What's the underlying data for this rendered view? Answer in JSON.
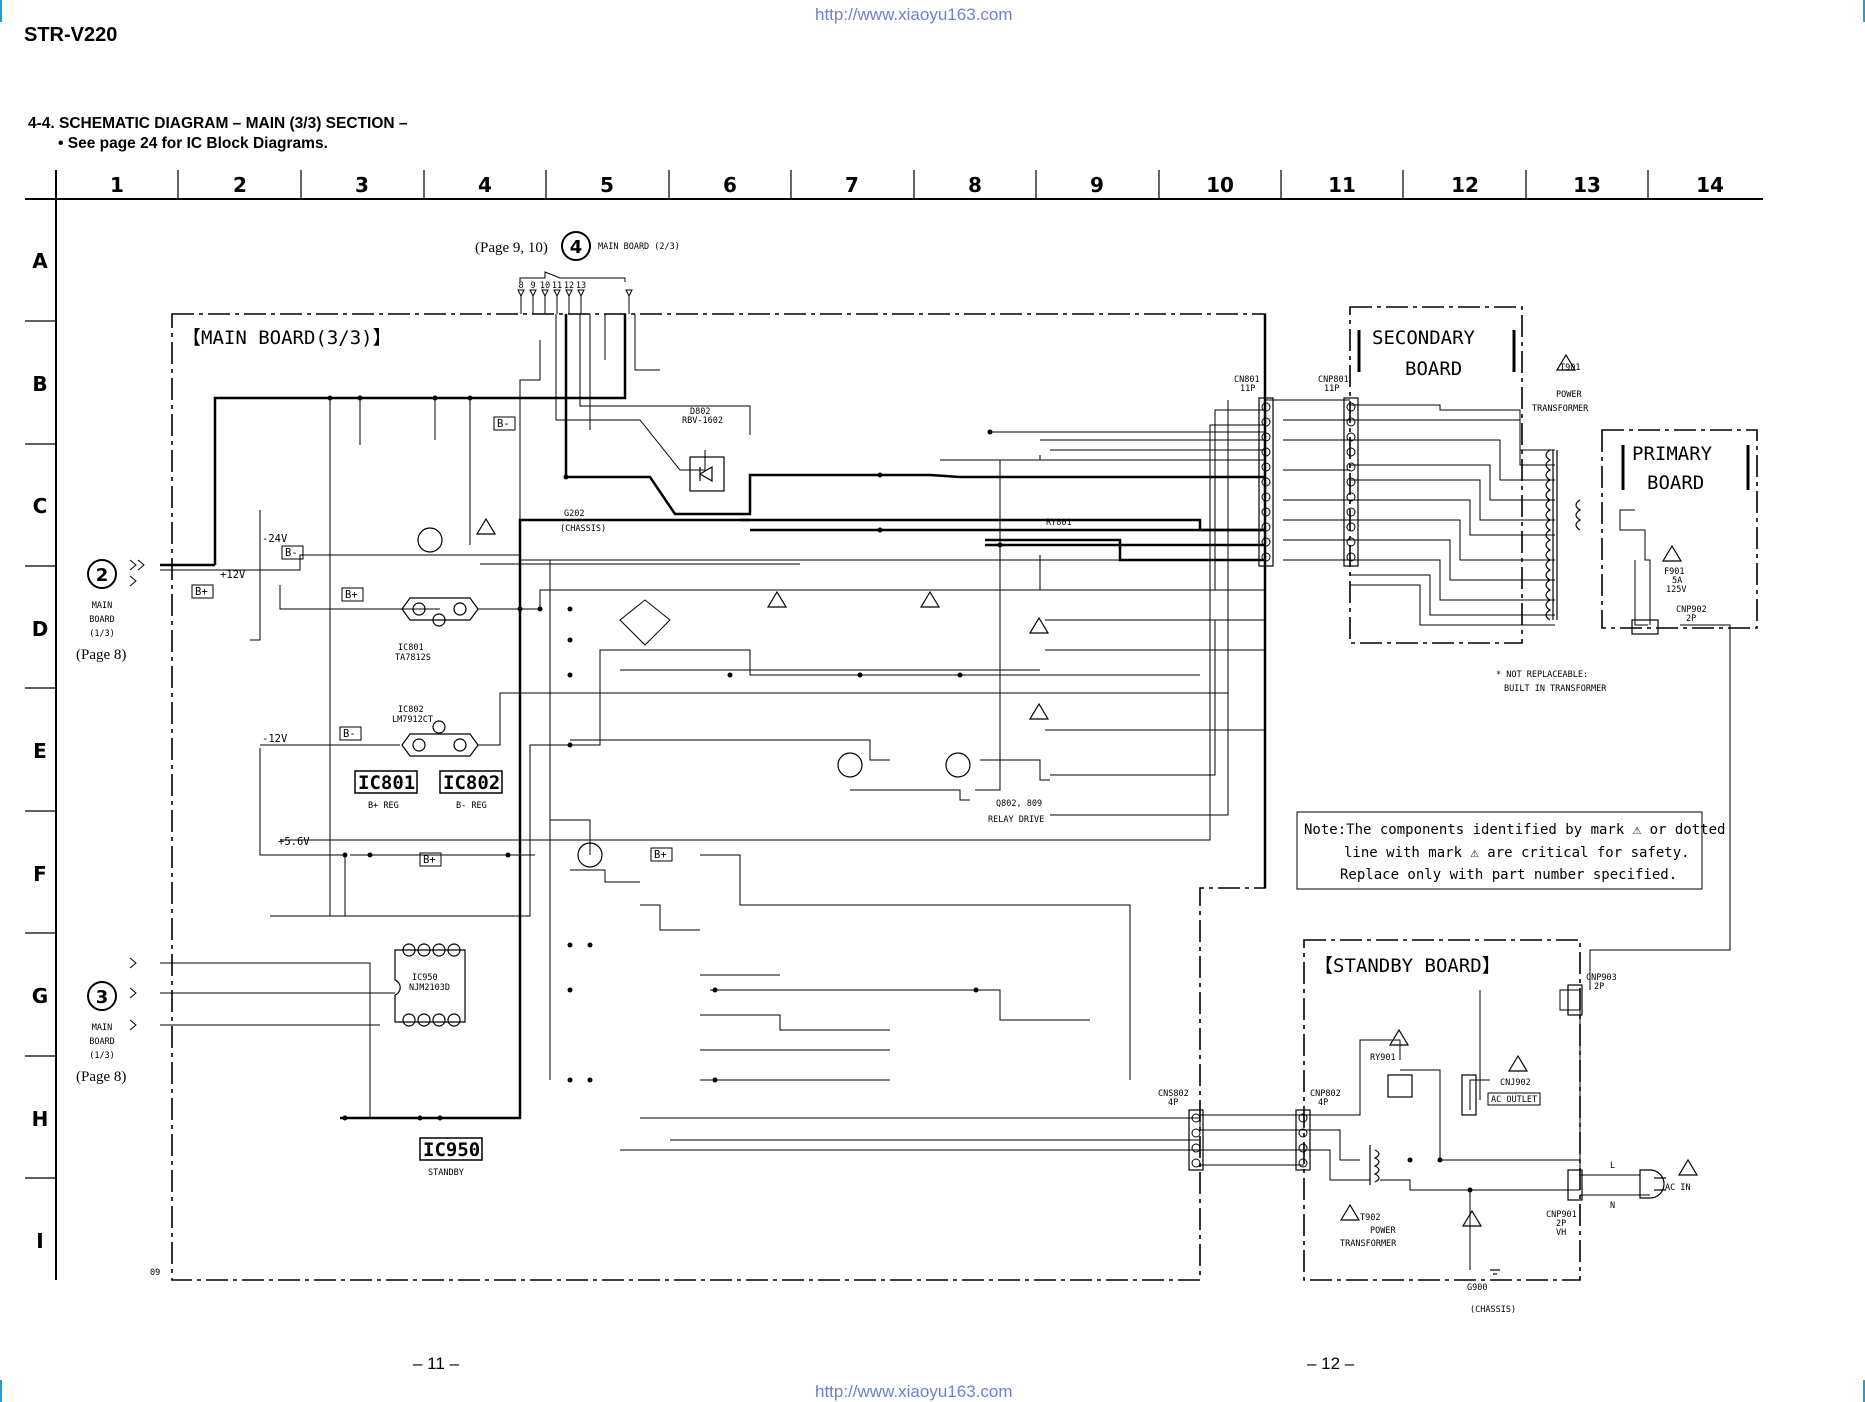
{
  "header": {
    "model": "STR-V220",
    "url_top": "http://www.xiaoyu163.com",
    "url_bottom": "http://www.xiaoyu163.com",
    "title": "4-4. SCHEMATIC DIAGRAM – MAIN (3/3) SECTION –",
    "subtitle": "• See page 24 for IC Block Diagrams."
  },
  "grid": {
    "columns": [
      "1",
      "2",
      "3",
      "4",
      "5",
      "6",
      "7",
      "8",
      "9",
      "10",
      "11",
      "12",
      "13",
      "14"
    ],
    "rows": [
      "A",
      "B",
      "C",
      "D",
      "E",
      "F",
      "G",
      "H",
      "I"
    ]
  },
  "boards": {
    "main": "【MAIN BOARD(3/3)】",
    "secondary_line1": "SECONDARY",
    "secondary_line2": "BOARD",
    "primary_line1": "PRIMARY",
    "primary_line2": "BOARD",
    "standby": "【STANDBY BOARD】"
  },
  "refs": {
    "top_page": "(Page 9, 10)",
    "top_num": "4",
    "top_board": "MAIN BOARD (2/3)",
    "left1_num": "2",
    "left1_board_a": "MAIN",
    "left1_board_b": "BOARD",
    "left1_board_c": "(1/3)",
    "left1_page": "(Page 8)",
    "left2_num": "3",
    "left2_board_a": "MAIN",
    "left2_board_b": "BOARD",
    "left2_board_c": "(1/3)",
    "left2_page": "(Page 8)"
  },
  "ics": {
    "ic801": "IC801",
    "ic801_desc": "B+ REG",
    "ic802": "IC802",
    "ic802_desc": "B- REG",
    "ic950": "IC950",
    "ic950_desc": "STANDBY",
    "ic801_part": "IC801",
    "ic801_type": "TA7812S",
    "ic802_part": "IC802",
    "ic802_type": "LM7912CT",
    "ic950_part": "IC950",
    "ic950_type": "NJM2103D"
  },
  "labels": {
    "t901_a": "T901",
    "t901_b": "POWER",
    "t901_c": "TRANSFORMER",
    "not_repl_a": "* NOT REPLACEABLE:",
    "not_repl_b": "BUILT IN TRANSFORMER",
    "t902_a": "T902",
    "t902_b": "POWER",
    "t902_c": "TRANSFORMER",
    "cnj902": "CNJ902",
    "ac_outlet": "AC OUTLET",
    "ac_in": "AC IN",
    "chassis_g900": "G900",
    "chassis_g900_b": "(CHASSIS)",
    "g202": "G202",
    "g202_b": "(CHASSIS)",
    "relay_a": "Q802, 809",
    "relay_b": "RELAY DRIVE",
    "v_m24": "-24V",
    "v_p12": "+12V",
    "v_m12": "-12V",
    "v_p56": "+5.6V",
    "bplus": "B+",
    "bminus": "B-",
    "cn801": "CN801",
    "cn801_p": "11P",
    "cnp801": "CNP801",
    "cnp801_p": "11P",
    "cnp902": "CNP902",
    "cnp902_p": "2P",
    "cnp903": "CNP903",
    "cnp903_p": "2P",
    "cns802": "CNS802",
    "cns802_p": "4P",
    "cnp802": "CNP802",
    "cnp802_p": "4P",
    "cnp901": "CNP901",
    "cnp901_p": "2P",
    "cnp901_vh": "VH",
    "f901": "F901",
    "f901_a": "5A",
    "f901_v": "125V",
    "ry901": "RY901",
    "ry801": "RY801",
    "d802": "D802",
    "d802_t": "RBV-1602",
    "corner": "09",
    "L": "L",
    "N": "N"
  },
  "note": {
    "line1": "Note:The components identified by mark ⚠ or dotted",
    "line2": "line with mark ⚠ are critical for safety.",
    "line3": "Replace only with part number specified."
  },
  "pages": {
    "left": "– 11 –",
    "right": "– 12 –"
  }
}
